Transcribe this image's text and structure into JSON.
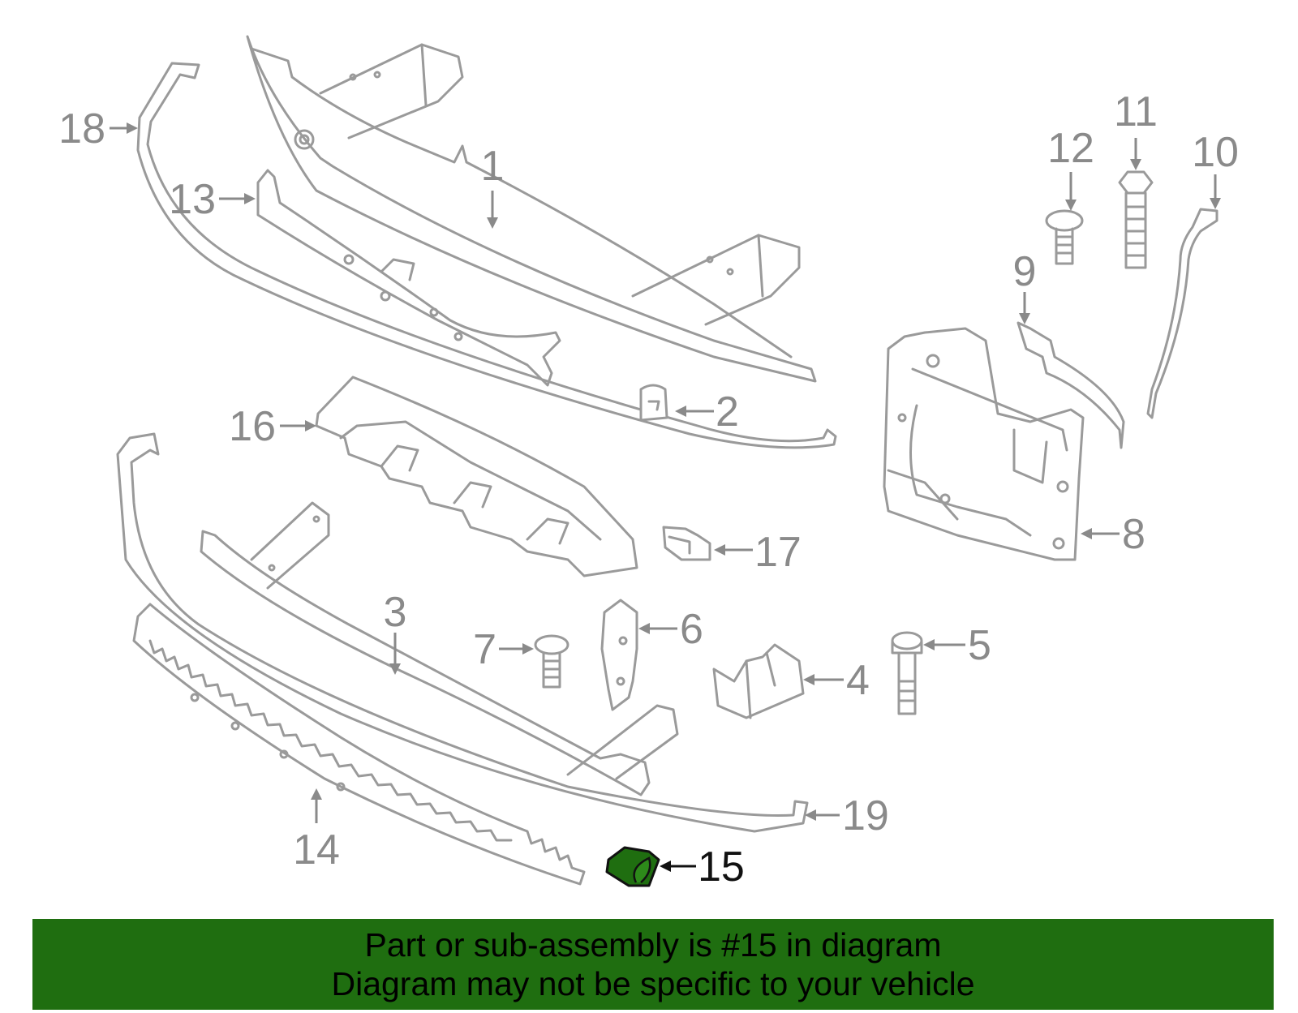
{
  "callouts": {
    "c1": "1",
    "c2": "2",
    "c3": "3",
    "c4": "4",
    "c5": "5",
    "c6": "6",
    "c7": "7",
    "c8": "8",
    "c9": "9",
    "c10": "10",
    "c11": "11",
    "c12": "12",
    "c13": "13",
    "c14": "14",
    "c15": "15",
    "c16": "16",
    "c17": "17",
    "c18": "18",
    "c19": "19"
  },
  "highlight": {
    "part": "15",
    "color": "#1f6e10"
  },
  "colors": {
    "banner": "#1f6e10",
    "line_art": "#9a9a9a",
    "callout_text": "#8a8a8a"
  },
  "footer": {
    "line1": "Part or sub-assembly is #15 in diagram",
    "line2": "Diagram may not be specific to your vehicle"
  }
}
